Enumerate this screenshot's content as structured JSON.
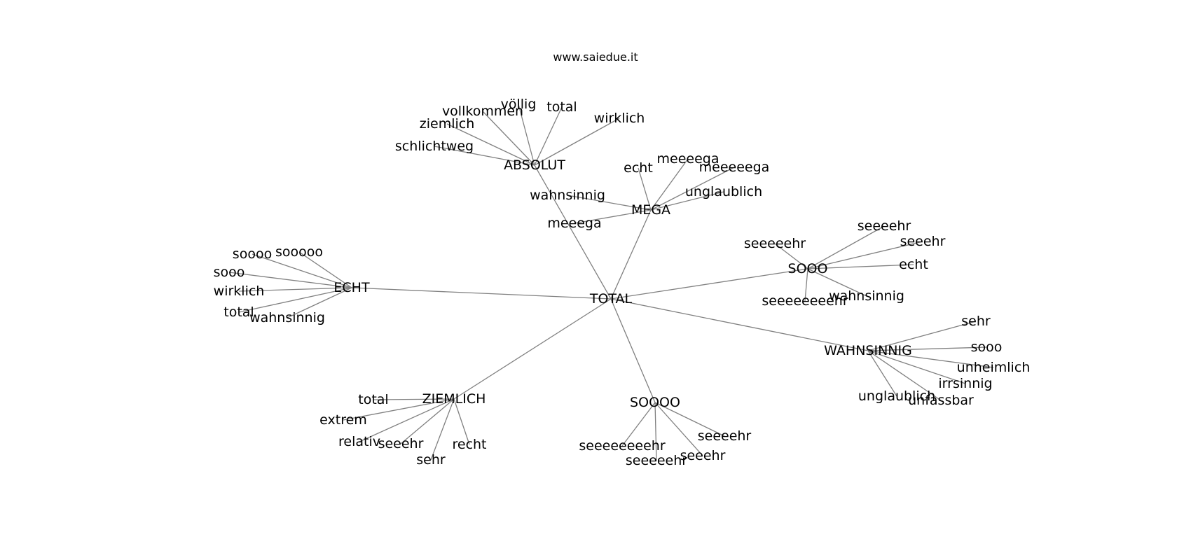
{
  "caption": "www.saiedue.it",
  "graph": {
    "root": "TOTAL",
    "hubs": [
      {
        "id": "absolut",
        "label": "ABSOLUT",
        "children": [
          "völlig",
          "total",
          "vollkommen",
          "ziemlich",
          "wirklich",
          "schlichtweg"
        ]
      },
      {
        "id": "mega",
        "label": "MEGA",
        "children": [
          "echt",
          "meeeega",
          "meeeeega",
          "unglaublich",
          "wahnsinnig",
          "meeega"
        ]
      },
      {
        "id": "echt",
        "label": "ECHT",
        "children": [
          "soooo",
          "sooooo",
          "sooo",
          "wirklich",
          "total",
          "wahnsinnig"
        ]
      },
      {
        "id": "sooo",
        "label": "SOOO",
        "children": [
          "seeeehr",
          "seeeeehr",
          "seeehr",
          "echt",
          "wahnsinnig",
          "seeeeeeeehr"
        ]
      },
      {
        "id": "wahnsinnig",
        "label": "WAHNSINNIG",
        "children": [
          "sehr",
          "sooo",
          "unheimlich",
          "irrsinnig",
          "unglaublich",
          "unfassbar"
        ]
      },
      {
        "id": "ziemlich",
        "label": "ZIEMLICH",
        "children": [
          "total",
          "extrem",
          "relativ",
          "seeehr",
          "recht",
          "sehr"
        ]
      },
      {
        "id": "soooo",
        "label": "SOOOO",
        "children": [
          "seeeehr",
          "seeeeeeeehr",
          "seeehr",
          "seeeeehr"
        ]
      }
    ]
  }
}
